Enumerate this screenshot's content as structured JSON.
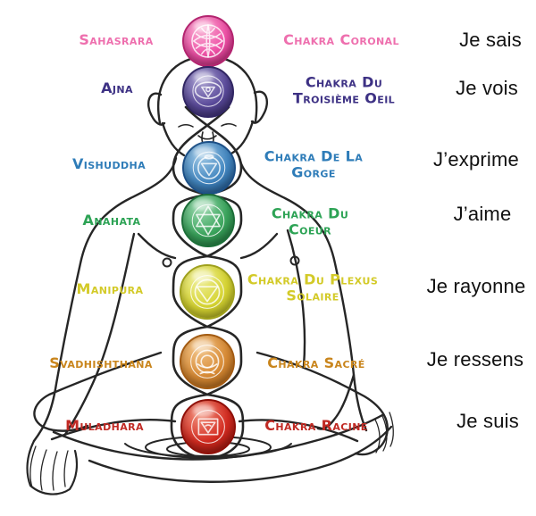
{
  "background_color": "#ffffff",
  "line_color": "#262626",
  "affirmation_color": "#111111",
  "figure_icon": "meditating-person-line-art",
  "chakras": [
    {
      "id": "crown",
      "sanskrit": "Sahasrara",
      "french": "Chakra Coronal",
      "affirmation": "Je sais",
      "symbol_icon": "lotus-mesh-icon",
      "colors": {
        "label": "#ee6fae",
        "light": "#f9b0d4",
        "mid": "#ee4fa5",
        "dark": "#b3246f"
      }
    },
    {
      "id": "third-eye",
      "sanskrit": "Ajna",
      "french": "Chakra Du Troisième Oeil",
      "affirmation": "Je vois",
      "symbol_icon": "eye-triangle-icon",
      "colors": {
        "label": "#3d3184",
        "light": "#a89fd0",
        "mid": "#5a4a9a",
        "dark": "#312663"
      }
    },
    {
      "id": "throat",
      "sanskrit": "Vishuddha",
      "french": "Chakra De La Gorge",
      "affirmation": "J’exprime",
      "symbol_icon": "circle-triangle-icon",
      "colors": {
        "label": "#2e7cb8",
        "light": "#9cc6e4",
        "mid": "#4286c0",
        "dark": "#1c4f86"
      }
    },
    {
      "id": "heart",
      "sanskrit": "Anahata",
      "french": "Chakra Du Coeur",
      "affirmation": "J’aime",
      "symbol_icon": "hexagram-icon",
      "colors": {
        "label": "#2da355",
        "light": "#9ad8ae",
        "mid": "#3aa45c",
        "dark": "#1c6e38"
      }
    },
    {
      "id": "solar-plexus",
      "sanskrit": "Manipura",
      "french": "Chakra Du Plexus Solaire",
      "affirmation": "Je rayonne",
      "symbol_icon": "triangle-down-icon",
      "colors": {
        "label": "#d3ca28",
        "light": "#efef9a",
        "mid": "#d6d432",
        "dark": "#9fa01c"
      }
    },
    {
      "id": "sacral",
      "sanskrit": "Svadhishthana",
      "french": "Chakra Sacré",
      "affirmation": "Je ressens",
      "symbol_icon": "crescent-circles-icon",
      "colors": {
        "label": "#c9851c",
        "light": "#f2c488",
        "mid": "#d78a35",
        "dark": "#a35b12"
      }
    },
    {
      "id": "root",
      "sanskrit": "Muladhara",
      "french": "Chakra Racine",
      "affirmation": "Je suis",
      "symbol_icon": "square-triangle-icon",
      "colors": {
        "label": "#c12a24",
        "light": "#f2927e",
        "mid": "#d32b20",
        "dark": "#8f0f08"
      }
    }
  ]
}
